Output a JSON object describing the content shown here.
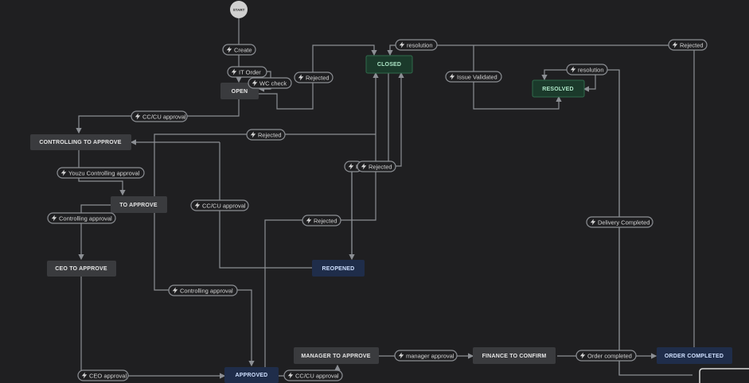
{
  "colors": {
    "background": "#1f1f21",
    "connector": "#8c8f94",
    "status_default": "#3a3b3e",
    "status_done": "#1b3a2b",
    "status_done_text": "#aee7c8",
    "status_inprogress": "#1f2d4a",
    "status_inprogress_text": "#cfe0ff"
  },
  "start": {
    "label": "START"
  },
  "statuses": {
    "open": "OPEN",
    "closed": "CLOSED",
    "resolved": "RESOLVED",
    "controlling_to_approve": "CONTROLLING TO APPROVE",
    "to_approve": "TO APPROVE",
    "ceo_to_approve": "CEO TO APPROVE",
    "reopened": "REOPENED",
    "approved": "APPROVED",
    "manager_to_approve": "MANAGER TO APPROVE",
    "finance_to_confirm": "FINANCE TO CONFIRM",
    "order_completed": "ORDER COMPLETED"
  },
  "transitions": {
    "create": "Create",
    "it_order": "IT Order",
    "wc_check": "WC check",
    "rejected_open": "Rejected",
    "resolution_closed": "resolution",
    "rejected_far": "Rejected",
    "issue_validated": "Issue Validated",
    "resolution_resolved": "resolution",
    "cc_cu_approval_open": "CC/CU approval",
    "rejected_controlling": "Rejected",
    "youzu_controlling_approval": "Youzu Controlling approval",
    "rejected_reopen_a": "Rejected",
    "rejected_reopen_b": "Rejected",
    "controlling_approval_to": "Controlling approval",
    "cc_cu_approval_reopened": "CC/CU approval",
    "rejected_approved": "Rejected",
    "delivery_completed": "Delivery Completed",
    "controlling_approval_approved": "Controlling approval",
    "ceo_approval": "CEO approval",
    "cc_cu_approval_approved": "CC/CU approval",
    "manager_approval": "manager approval",
    "order_completed_transition": "Order completed"
  },
  "icons": {
    "transition": "lightning-bolt-icon",
    "start": "start-circle-icon"
  }
}
